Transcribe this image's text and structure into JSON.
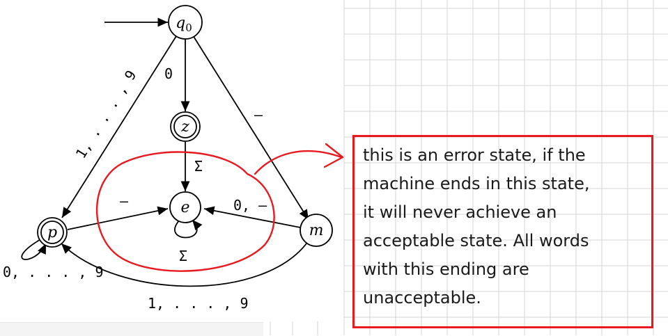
{
  "states": {
    "q0": {
      "base": "q",
      "sub": "0"
    },
    "z": "z",
    "e": "e",
    "p": "p",
    "m": "m"
  },
  "edges": {
    "q0_to_p": "1, . . . , 9",
    "q0_to_z": "0",
    "q0_to_m": "–",
    "z_to_e": "Σ",
    "p_to_e": "–",
    "m_to_e": "0, –",
    "e_loop": "Σ",
    "p_loop": "0, . . . , 9",
    "m_to_p": "1, . . . , 9"
  },
  "annotation": {
    "lines": [
      "this is an error state, if the",
      "machine ends in this state,",
      "it will never achieve an",
      "acceptable state. All words",
      "with this ending are",
      "unacceptable."
    ],
    "color": "#e8191f"
  }
}
